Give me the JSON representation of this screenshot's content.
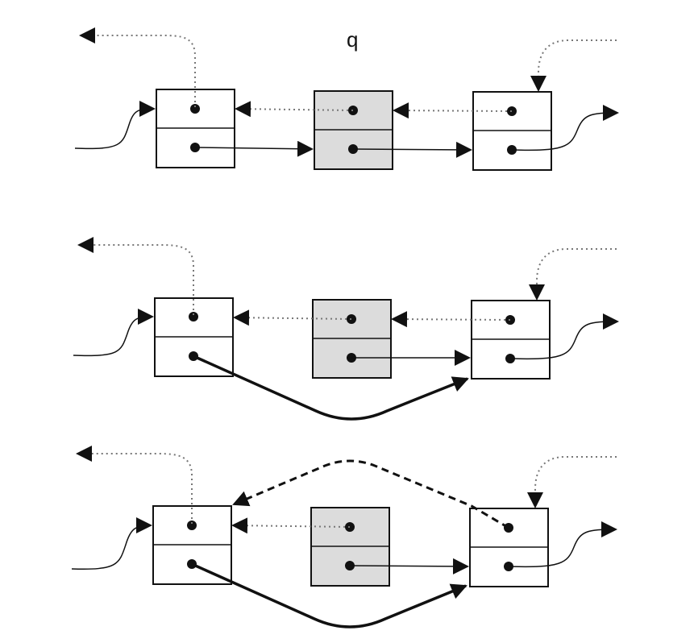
{
  "diagram": {
    "pointer_label": "q",
    "stages": [
      {
        "id": "stage-1",
        "description_visible": false,
        "links": [
          "prev-dotted",
          "next-solid"
        ]
      },
      {
        "id": "stage-2",
        "description_visible": false,
        "links": [
          "prev-dotted",
          "next-solid",
          "bypass-next-thick"
        ]
      },
      {
        "id": "stage-3",
        "description_visible": false,
        "links": [
          "prev-dotted",
          "next-solid",
          "bypass-next-thick",
          "bypass-prev-dashed"
        ]
      }
    ],
    "node_fill_colors": {
      "normal": "#ffffff",
      "removed": "#dcdcdc"
    },
    "stroke_color": "#111111",
    "dotted_color": "#777777"
  }
}
